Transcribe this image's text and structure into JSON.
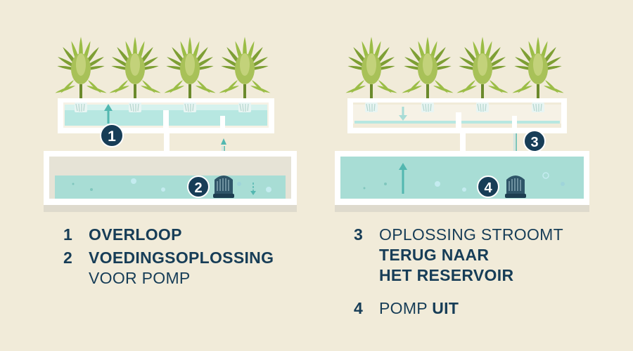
{
  "colors": {
    "background": "#f1ebd9",
    "navy": "#173d57",
    "water": "#a9dfda",
    "water_light": "#c8ece6",
    "tray": "#ffffff",
    "arrow": "#52b7b0",
    "leaf": "#86a83a"
  },
  "left_panel": {
    "plant_count": 4,
    "markers": [
      {
        "number": "1"
      },
      {
        "number": "2"
      }
    ],
    "pump": {
      "icon": "pump-icon",
      "state": "on"
    }
  },
  "right_panel": {
    "plant_count": 4,
    "markers": [
      {
        "number": "3"
      },
      {
        "number": "4"
      }
    ],
    "pump": {
      "icon": "pump-icon",
      "state": "off"
    }
  },
  "legend_left": {
    "item1": {
      "number": "1",
      "bold": "OVERLOOP"
    },
    "item2": {
      "number": "2",
      "bold": "VOEDINGSOPLOSSING",
      "normal": "VOOR POMP"
    }
  },
  "legend_right": {
    "item3": {
      "number": "3",
      "normal": "OPLOSSING STROOMT",
      "bold1": "TERUG NAAR",
      "bold2": "HET RESERVOIR"
    },
    "item4": {
      "number": "4",
      "normal": "POMP ",
      "bold": "UIT"
    }
  }
}
